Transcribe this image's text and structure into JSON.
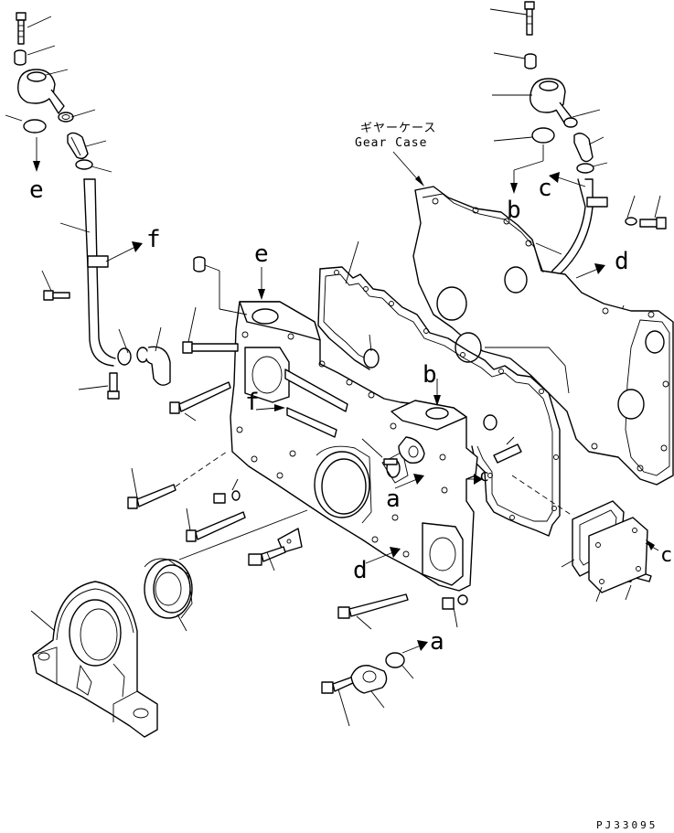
{
  "gear_case": {
    "label_jp": "ギヤーケース",
    "label_en": "Gear Case"
  },
  "refs": {
    "a": "a",
    "b": "b",
    "c": "c",
    "d": "d",
    "e": "e",
    "f": "f"
  },
  "drawing_code": "PJ33095"
}
